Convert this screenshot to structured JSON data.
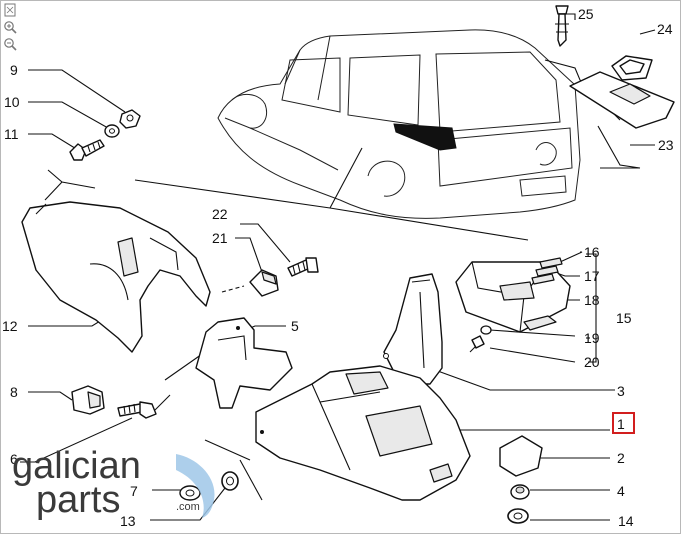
{
  "toolbar": {
    "tools": [
      {
        "icon": "fit-page-icon"
      },
      {
        "icon": "zoom-in-icon"
      },
      {
        "icon": "zoom-out-icon"
      }
    ]
  },
  "callouts": [
    "1",
    "2",
    "3",
    "4",
    "5",
    "6",
    "7",
    "8",
    "9",
    "10",
    "11",
    "12",
    "13",
    "14",
    "15",
    "16",
    "17",
    "18",
    "19",
    "20",
    "21",
    "22",
    "23",
    "24",
    "25"
  ],
  "selected_callout": "1",
  "highlight_color": "#d21e1e",
  "brand": {
    "line1": "galician",
    "line2": "parts",
    "suffix": ".com",
    "accent_color": "#9fc7e8"
  }
}
